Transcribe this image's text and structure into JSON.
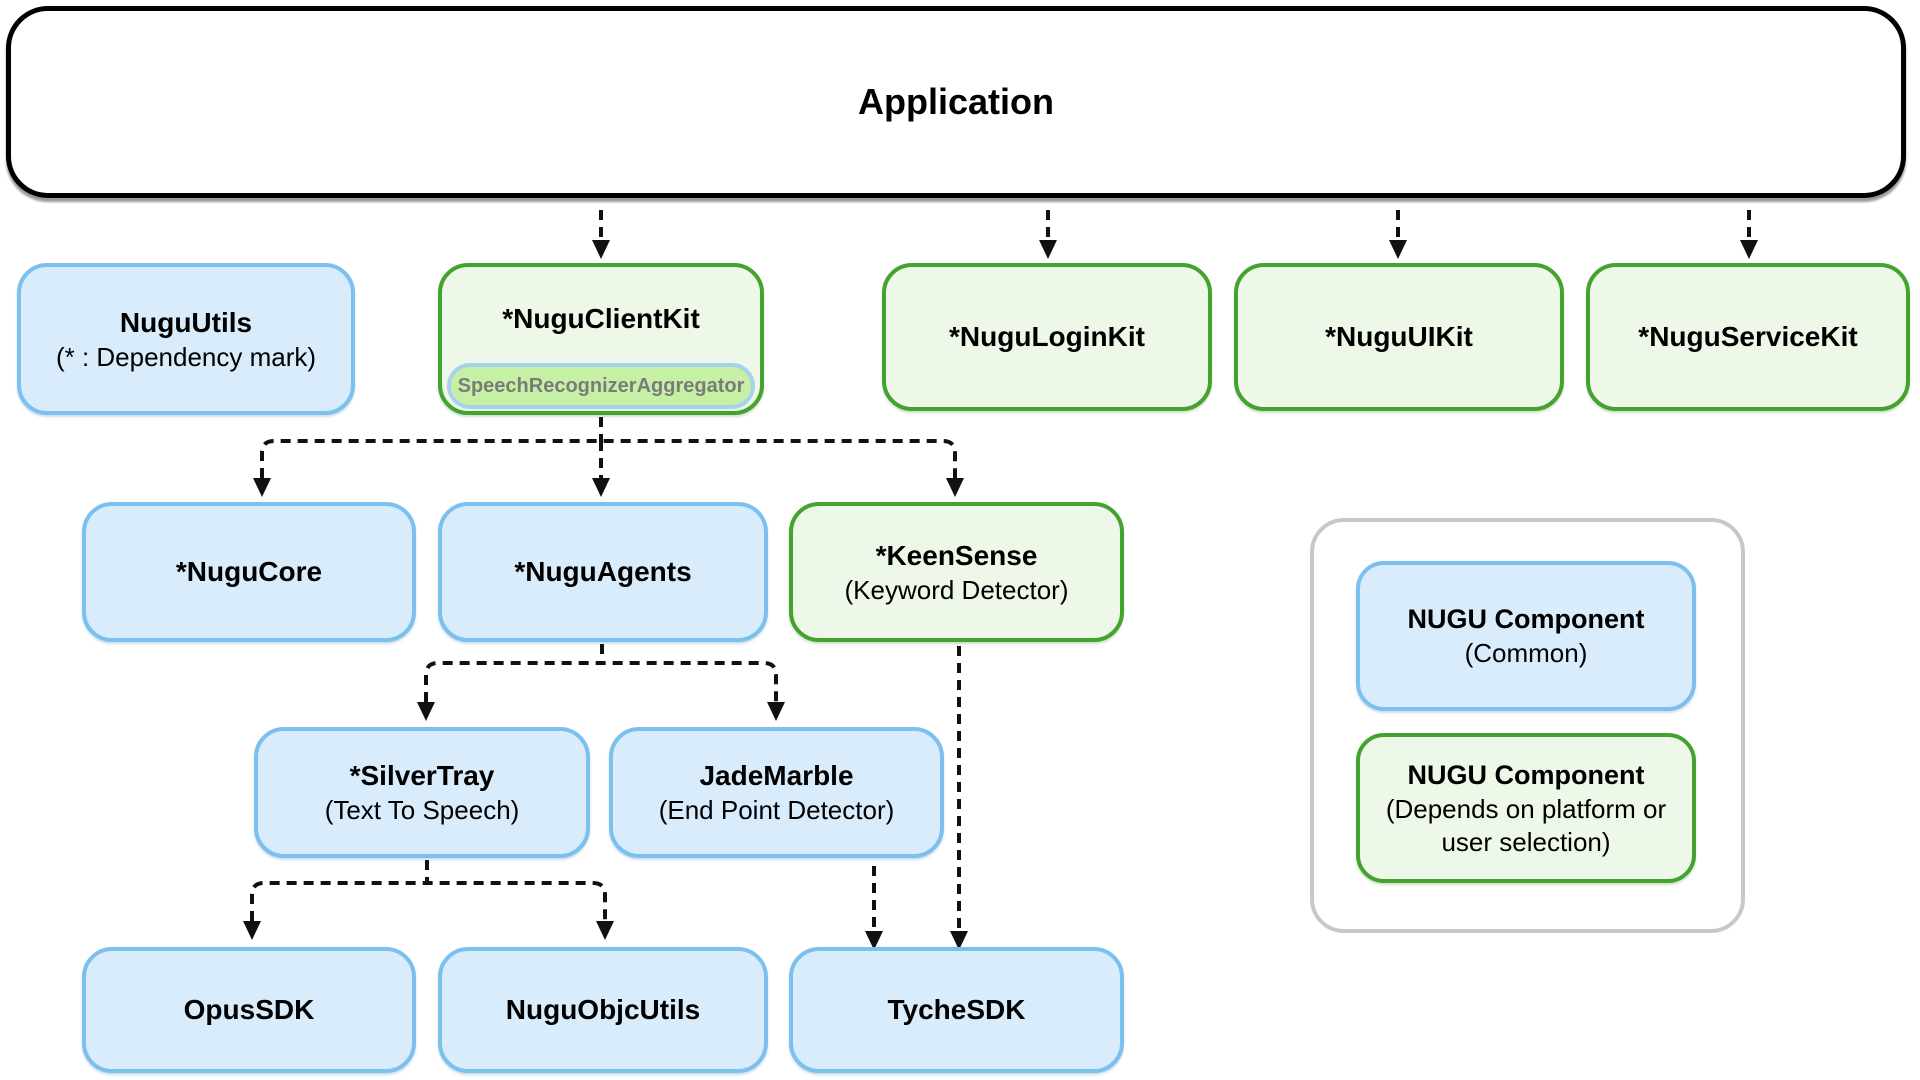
{
  "colors": {
    "blue_fill": "#d9ecfb",
    "blue_border": "#7cc0ee",
    "green_fill": "#eef8e9",
    "green_border": "#44a32e",
    "pill_fill": "#c6f1a4",
    "pill_border": "#a8d2ec",
    "pill_text": "#7b7b7b",
    "legend_border": "#c8c8c8",
    "line_color": "#111111"
  },
  "app": {
    "title": "Application"
  },
  "nodes": {
    "nugu_utils": {
      "title": "NuguUtils",
      "subtitle": "(* : Dependency mark)",
      "type": "common"
    },
    "nugu_client_kit": {
      "title": "*NuguClientKit",
      "badge": "SpeechRecognizerAggregator",
      "type": "platform"
    },
    "nugu_login_kit": {
      "title": "*NuguLoginKit",
      "type": "platform"
    },
    "nugu_ui_kit": {
      "title": "*NuguUIKit",
      "type": "platform"
    },
    "nugu_service_kit": {
      "title": "*NuguServiceKit",
      "type": "platform"
    },
    "nugu_core": {
      "title": "*NuguCore",
      "type": "common"
    },
    "nugu_agents": {
      "title": "*NuguAgents",
      "type": "common"
    },
    "keen_sense": {
      "title": "*KeenSense",
      "subtitle": "(Keyword Detector)",
      "type": "platform"
    },
    "silver_tray": {
      "title": "*SilverTray",
      "subtitle": "(Text To Speech)",
      "type": "common"
    },
    "jade_marble": {
      "title": "JadeMarble",
      "subtitle": "(End Point Detector)",
      "type": "common"
    },
    "opus_sdk": {
      "title": "OpusSDK",
      "type": "common"
    },
    "nugu_objc_utils": {
      "title": "NuguObjcUtils",
      "type": "common"
    },
    "tyche_sdk": {
      "title": "TycheSDK",
      "type": "common"
    }
  },
  "edges": [
    {
      "from": "application",
      "to": "nugu_client_kit"
    },
    {
      "from": "application",
      "to": "nugu_login_kit"
    },
    {
      "from": "application",
      "to": "nugu_ui_kit"
    },
    {
      "from": "application",
      "to": "nugu_service_kit"
    },
    {
      "from": "nugu_client_kit",
      "to": "nugu_core"
    },
    {
      "from": "nugu_client_kit",
      "to": "nugu_agents"
    },
    {
      "from": "nugu_client_kit",
      "to": "keen_sense"
    },
    {
      "from": "nugu_agents",
      "to": "silver_tray"
    },
    {
      "from": "nugu_agents",
      "to": "jade_marble"
    },
    {
      "from": "silver_tray",
      "to": "opus_sdk"
    },
    {
      "from": "silver_tray",
      "to": "nugu_objc_utils"
    },
    {
      "from": "jade_marble",
      "to": "tyche_sdk"
    },
    {
      "from": "keen_sense",
      "to": "tyche_sdk"
    }
  ],
  "legend": {
    "common": {
      "title": "NUGU Component",
      "subtitle": "(Common)"
    },
    "depends": {
      "title": "NUGU Component",
      "subtitle": "(Depends on platform or user selection)"
    }
  }
}
